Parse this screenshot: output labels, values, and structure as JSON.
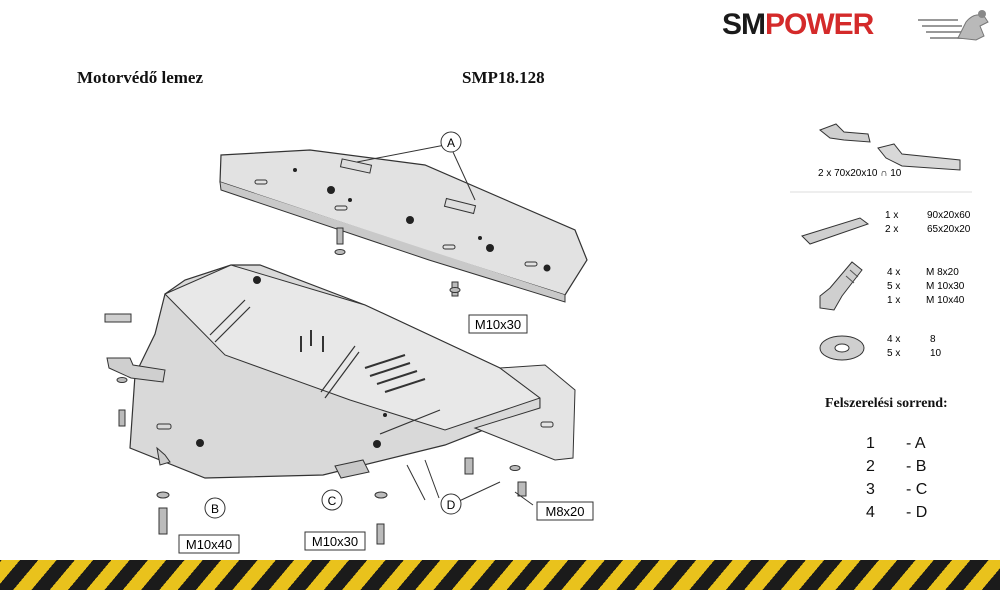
{
  "brand": {
    "sm": "SM",
    "power": "POWER"
  },
  "header": {
    "product_name": "Motorvédő lemez",
    "product_code": "SMP18.128"
  },
  "diagram": {
    "callouts": [
      "A",
      "B",
      "C",
      "D"
    ],
    "bolt_labels": [
      "M10x30",
      "M10x40",
      "M10x30",
      "M8x20"
    ]
  },
  "parts": {
    "brackets": "2 x 70x20x10  ∩ 10",
    "plates": {
      "qty": [
        "1 x",
        "2 x"
      ],
      "size": [
        "90x20x60",
        "65x20x20"
      ]
    },
    "bolts": {
      "qty": [
        "4 x",
        "5 x",
        "1 x"
      ],
      "size": [
        "M 8x20",
        "M 10x30",
        "M 10x40"
      ]
    },
    "washers": {
      "qty": [
        "4 x",
        "5 x"
      ],
      "size": [
        "8",
        "10"
      ]
    }
  },
  "order": {
    "title": "Felszerelési sorrend:",
    "steps": [
      {
        "num": "1",
        "letter": "- A"
      },
      {
        "num": "2",
        "letter": "- B"
      },
      {
        "num": "3",
        "letter": "- C"
      },
      {
        "num": "4",
        "letter": "- D"
      }
    ]
  },
  "colors": {
    "brand_red": "#d42a2a",
    "stripe_yellow": "#e9c21c",
    "stripe_black": "#1b1b1b"
  }
}
